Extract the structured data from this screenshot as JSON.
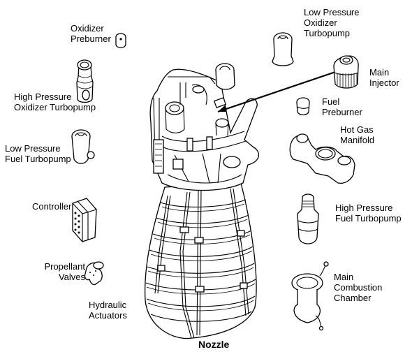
{
  "diagram": {
    "subject": "Rocket engine exploded component diagram",
    "colors": {
      "background": "#ffffff",
      "line": "#000000",
      "text": "#000000"
    },
    "labels": {
      "oxidizer_preburner": [
        "Oxidizer",
        "Preburner"
      ],
      "hp_oxidizer_turbopump": [
        "High Pressure",
        "Oxidizer Turbopump"
      ],
      "lp_fuel_turbopump": [
        "Low Pressure",
        "Fuel Turbopump"
      ],
      "controller": [
        "Controller"
      ],
      "propellant_valves": [
        "Propellant",
        "Valves"
      ],
      "hydraulic_actuators": [
        "Hydraulic",
        "Actuators"
      ],
      "lp_oxidizer_turbopump": [
        "Low Pressure",
        "Oxidizer",
        "Turbopump"
      ],
      "main_injector": [
        "Main",
        "Injector"
      ],
      "fuel_preburner": [
        "Fuel",
        "Preburner"
      ],
      "hot_gas_manifold": [
        "Hot Gas",
        "Manifold"
      ],
      "hp_fuel_turbopump": [
        "High Pressure",
        "Fuel Turbopump"
      ],
      "main_combustion_chamber": [
        "Main",
        "Combustion",
        "Chamber"
      ],
      "nozzle": [
        "Nozzle"
      ]
    }
  }
}
